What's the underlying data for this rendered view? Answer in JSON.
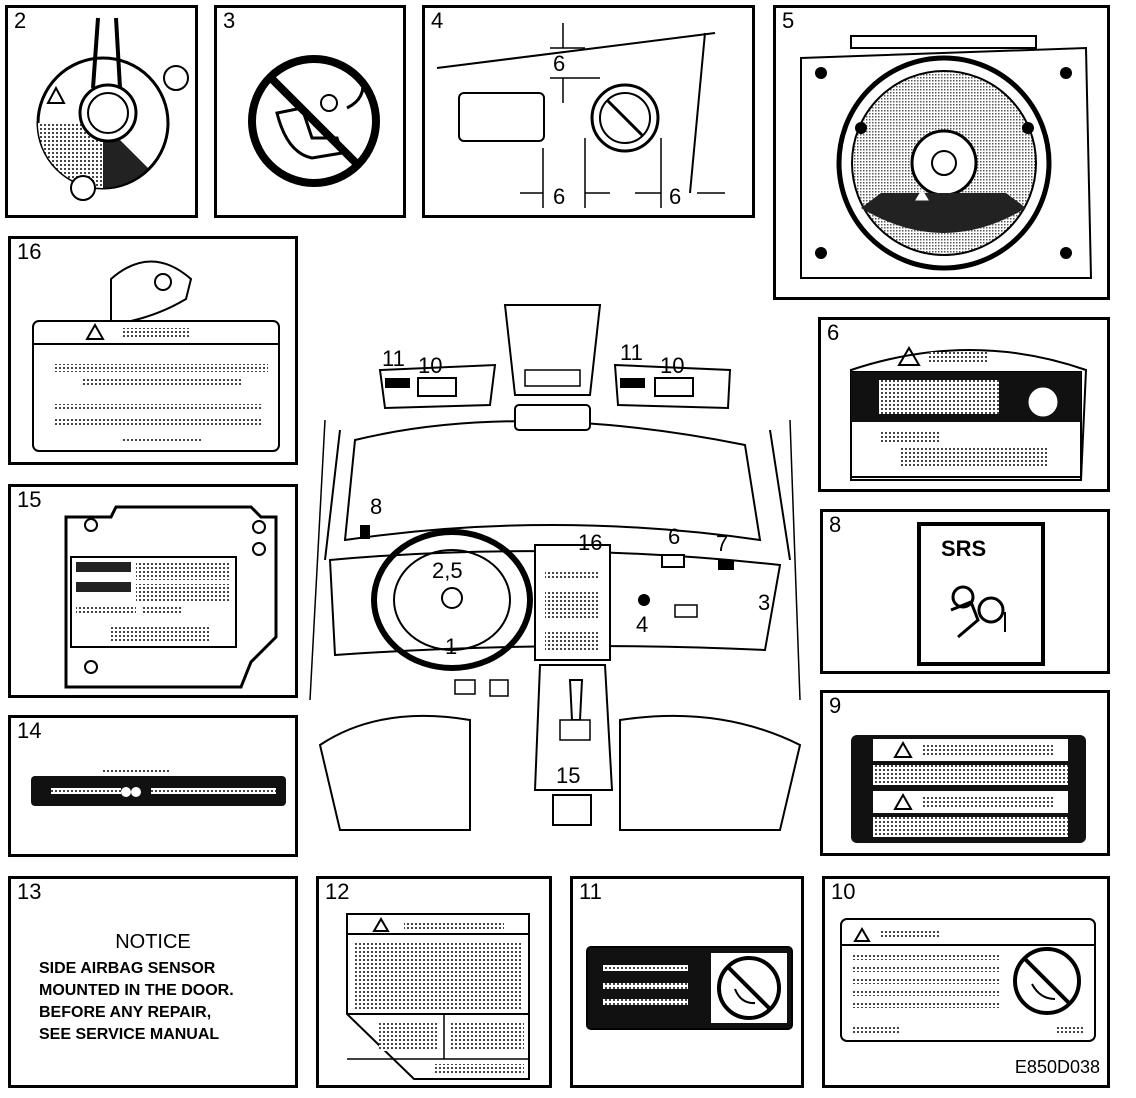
{
  "figure_code": "E850D038",
  "panels": {
    "p2": "2",
    "p3": "3",
    "p4": "4",
    "p5": "5",
    "p6": "6",
    "p8": "8",
    "p9": "9",
    "p10": "10",
    "p11": "11",
    "p12": "12",
    "p13": "13",
    "p14": "14",
    "p15": "15",
    "p16": "16"
  },
  "dimensions": {
    "top": "6",
    "bottom_left": "6",
    "bottom_right": "6"
  },
  "srs_label": "SRS",
  "notice": {
    "title": "NOTICE",
    "lines": [
      "SIDE AIRBAG SENSOR",
      "MOUNTED IN THE DOOR.",
      "BEFORE ANY REPAIR,",
      "SEE SERVICE MANUAL"
    ]
  },
  "callouts": {
    "c11_left": "11",
    "c10_left": "10",
    "c11_right": "11",
    "c10_right": "10",
    "c8": "8",
    "c16": "16",
    "c6": "6",
    "c7": "7",
    "c25": "2,5",
    "c1": "1",
    "c3": "3",
    "c4": "4",
    "c15": "15"
  }
}
